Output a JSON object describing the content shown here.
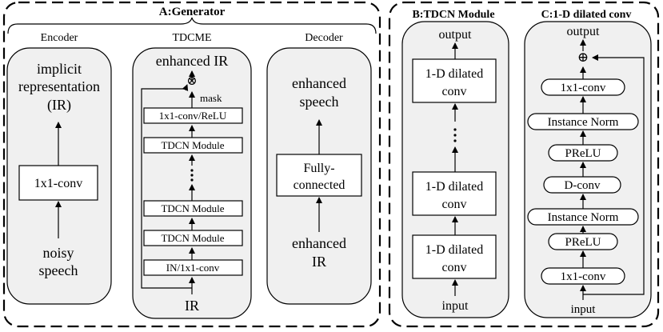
{
  "sections": {
    "generator_title": "A:Generator",
    "tdcn_title": "B:TDCN Module",
    "dilated_title": "C:1-D dilated conv"
  },
  "encoder": {
    "title": "Encoder",
    "output_line1": "implicit",
    "output_line2": "representation",
    "output_line3": "(IR)",
    "block": "1x1-conv",
    "input_line1": "noisy",
    "input_line2": "speech"
  },
  "tdcme": {
    "title": "TDCME",
    "output": "enhanced IR",
    "mask_label": "mask",
    "multiply_symbol": "⊗",
    "blocks": [
      "1x1-conv/ReLU",
      "TDCN Module",
      "TDCN Module",
      "TDCN Module",
      "IN/1x1-conv"
    ],
    "input": "IR"
  },
  "decoder": {
    "title": "Decoder",
    "output_line1": "enhanced",
    "output_line2": "speech",
    "block_line1": "Fully-",
    "block_line2": "connected",
    "input_line1": "enhanced",
    "input_line2": "IR"
  },
  "tdcn_module": {
    "output": "output",
    "block_line1": "1-D dilated",
    "block_line2": "conv",
    "input": "input"
  },
  "dilated_conv": {
    "output": "output",
    "add_symbol": "⊕",
    "blocks": [
      "1x1-conv",
      "Instance Norm",
      "PReLU",
      "D-conv",
      "Instance Norm",
      "PReLU",
      "1x1-conv"
    ],
    "input": "input"
  }
}
